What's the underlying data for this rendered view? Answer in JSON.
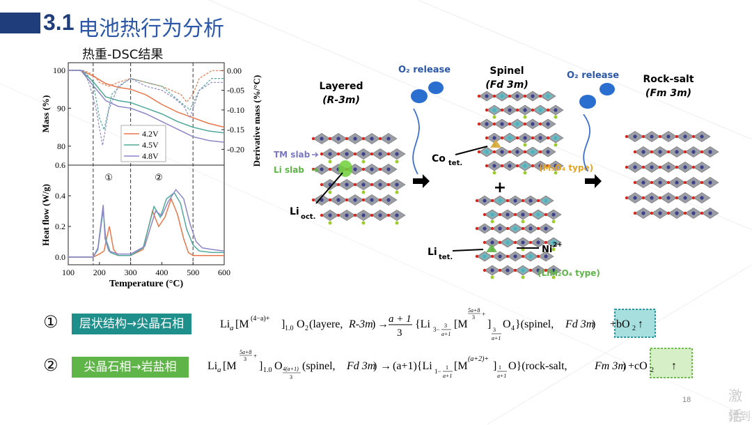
{
  "header": {
    "number": "3.1",
    "title": "电池热行为分析"
  },
  "chart": {
    "title": "热重-DSC结果"
  },
  "chart_data": [
    {
      "type": "line",
      "panel": "top",
      "xlabel": "Temperature (°C)",
      "ylabel": "Mass (%)",
      "y2label": "Derivative mass (%/°C)",
      "xlim": [
        100,
        600
      ],
      "ylim": [
        75,
        102
      ],
      "y2lim": [
        -0.24,
        0.02
      ],
      "xticks": [
        "100",
        "200",
        "300",
        "400",
        "500",
        "600"
      ],
      "yticks": [
        "100",
        "90",
        "80"
      ],
      "y2ticks": [
        "0.00",
        "-0.05",
        "-0.10",
        "-0.15",
        "-0.20"
      ],
      "legend": [
        "4.2V",
        "4.5V",
        "4.8V"
      ],
      "colors": [
        "#e8764a",
        "#4fa89a",
        "#8c86c8"
      ],
      "dashed_vlines": [
        180,
        300,
        500
      ],
      "mass_series": [
        {
          "name": "4.2V",
          "x": [
            100,
            140,
            180,
            220,
            260,
            300,
            350,
            400,
            450,
            500,
            550,
            600
          ],
          "values": [
            100,
            100,
            98.5,
            96.5,
            95.5,
            95,
            93.5,
            91,
            89,
            87.5,
            86,
            85
          ]
        },
        {
          "name": "4.5V",
          "x": [
            100,
            140,
            180,
            220,
            260,
            300,
            350,
            400,
            450,
            500,
            550,
            600
          ],
          "values": [
            100,
            100,
            97,
            93,
            92,
            91.5,
            90,
            88.5,
            86.5,
            85,
            84,
            83.5
          ]
        },
        {
          "name": "4.8V",
          "x": [
            100,
            140,
            180,
            220,
            260,
            300,
            350,
            400,
            450,
            500,
            550,
            600
          ],
          "values": [
            100,
            100,
            96,
            92,
            90.5,
            90,
            88.5,
            86.5,
            84.5,
            82.5,
            81.5,
            81
          ]
        }
      ],
      "dtg_series": [
        {
          "name": "4.2V",
          "x": [
            100,
            150,
            180,
            200,
            230,
            260,
            300,
            350,
            400,
            430,
            460,
            480,
            500,
            520,
            560,
            600
          ],
          "values": [
            0,
            0,
            -0.01,
            -0.03,
            -0.04,
            -0.03,
            -0.02,
            -0.03,
            -0.04,
            -0.05,
            -0.06,
            -0.08,
            -0.06,
            -0.02,
            0,
            0
          ]
        },
        {
          "name": "4.5V",
          "x": [
            100,
            150,
            180,
            200,
            215,
            240,
            280,
            300,
            350,
            400,
            430,
            460,
            490,
            520,
            560,
            600
          ],
          "values": [
            0,
            0,
            -0.03,
            -0.12,
            -0.15,
            -0.06,
            -0.03,
            -0.02,
            -0.03,
            -0.04,
            -0.06,
            -0.08,
            -0.1,
            -0.05,
            -0.02,
            -0.02
          ]
        },
        {
          "name": "4.8V",
          "x": [
            100,
            150,
            170,
            190,
            210,
            230,
            260,
            300,
            350,
            400,
            440,
            470,
            490,
            520,
            560,
            600
          ],
          "values": [
            0,
            0,
            -0.04,
            -0.1,
            -0.19,
            -0.1,
            -0.04,
            -0.02,
            -0.04,
            -0.05,
            -0.07,
            -0.09,
            -0.12,
            -0.05,
            -0.03,
            -0.03
          ]
        }
      ]
    },
    {
      "type": "line",
      "panel": "bottom",
      "xlabel": "Temperature (°C)",
      "ylabel": "Heat flow (W/g)",
      "xlim": [
        100,
        600
      ],
      "ylim": [
        -0.05,
        0.6
      ],
      "xticks": [
        "100",
        "200",
        "300",
        "400",
        "500",
        "600"
      ],
      "yticks": [
        "0.6",
        "0.4",
        "0.2",
        "0.0"
      ],
      "annotations": [
        "①",
        "②"
      ],
      "series": [
        {
          "name": "4.2V",
          "x": [
            100,
            180,
            200,
            215,
            225,
            232,
            245,
            260,
            300,
            340,
            370,
            390,
            410,
            430,
            450,
            470,
            485,
            500,
            520,
            560,
            600
          ],
          "values": [
            0,
            0,
            0.02,
            0.04,
            0.14,
            0.2,
            0.05,
            0.01,
            0.01,
            0.05,
            0.3,
            0.2,
            0.26,
            0.38,
            0.28,
            0.12,
            0.03,
            0.01,
            0.01,
            0.01,
            0.01
          ]
        },
        {
          "name": "4.5V",
          "x": [
            100,
            180,
            195,
            205,
            212,
            220,
            235,
            260,
            300,
            340,
            375,
            395,
            415,
            440,
            460,
            480,
            500,
            520,
            560,
            600
          ],
          "values": [
            0,
            0,
            0.05,
            0.2,
            0.31,
            0.12,
            0.03,
            0.01,
            0.01,
            0.06,
            0.33,
            0.26,
            0.38,
            0.42,
            0.35,
            0.18,
            0.08,
            0.04,
            0.03,
            0.03
          ]
        },
        {
          "name": "4.8V",
          "x": [
            100,
            180,
            195,
            205,
            212,
            218,
            230,
            260,
            300,
            345,
            380,
            400,
            420,
            445,
            470,
            490,
            510,
            530,
            560,
            600
          ],
          "values": [
            0,
            0,
            0.06,
            0.22,
            0.34,
            0.12,
            0.04,
            0.02,
            0.02,
            0.07,
            0.3,
            0.27,
            0.36,
            0.44,
            0.38,
            0.22,
            0.1,
            0.06,
            0.05,
            0.04
          ]
        }
      ]
    }
  ],
  "structures": {
    "layered": {
      "name": "Layered",
      "group": "(R-3m)"
    },
    "spinel": {
      "name": "Spinel",
      "group": "(Fd 3m)"
    },
    "rocksalt": {
      "name": "Rock-salt",
      "group": "(Fm 3m)"
    },
    "o2_release_1": "O₂ release",
    "o2_release_2": "O₂ release",
    "tm_slab": "TM slab",
    "li_slab": "Li slab",
    "li_oct": "Li",
    "li_oct_sub": "oct.",
    "co_tet": "Co",
    "co_tet_sub": "tet.",
    "li_tet": "Li",
    "li_tet_sub": "tet.",
    "ni": "Ni",
    "ni_sup": "2+",
    "m3o4": "(M₃O₄ type)",
    "lim2o4": "(LiM₂O₄ type)",
    "plus": "+"
  },
  "equations": [
    {
      "num": "①",
      "tag": "层状结构→尖晶石相",
      "tag_color": "#1f8f8c"
    },
    {
      "num": "②",
      "tag": "尖晶石相→岩盐相",
      "tag_color": "#5fb548"
    }
  ],
  "eq1": {
    "li": "Li",
    "a": "a",
    "M": "M",
    "charge": "(4−a)+",
    "coef": "1.0",
    "O2": "O",
    "two": "2",
    "phase1": "(layere, ",
    "sg1": "R-3m",
    "close": ")",
    "arrow": "→",
    "frac_num": "a + 1",
    "frac_den": "3",
    "brace": "{Li",
    "sub_3": "3−",
    "f3": "3",
    "fa1": "a+1",
    "M2": "[M",
    "exp_num": "5a+8",
    "exp_den": "3",
    "exp_plus": "+",
    "close_br": "]",
    "O4": "O",
    "four": "4",
    "phase2": "}(spinel, ",
    "sg2": "Fd 3m",
    "close2": ")",
    "b": "+bO",
    "b2": "2",
    "up": "↑"
  },
  "eq2": {
    "li": "Li",
    "a": "a",
    "M": "[M",
    "exp_num": "5a+8",
    "exp_den": "3",
    "exp_plus": "+",
    "coef": "]",
    "c10": "1.0",
    "O": "O",
    "sub_num": "4(a+1)",
    "sub_den": "3",
    "phase1": "(spinel, ",
    "sg1": "Fd 3m",
    "close1": ")",
    "arrow": "→",
    "a1": "(a+1){Li",
    "sub1": "1−",
    "f1": "1",
    "fa1": "a+1",
    "M2": "[M",
    "charge2": "(a+2)+",
    "cb": "]",
    "O2": "O}(rock-salt, ",
    "sg2": "Fm 3m",
    "close2": ")",
    "c": "+cO",
    "c2": "2",
    "up": "↑"
  },
  "footer": {
    "page": "18",
    "watermark1": "激活",
    "watermark2": "转到"
  }
}
